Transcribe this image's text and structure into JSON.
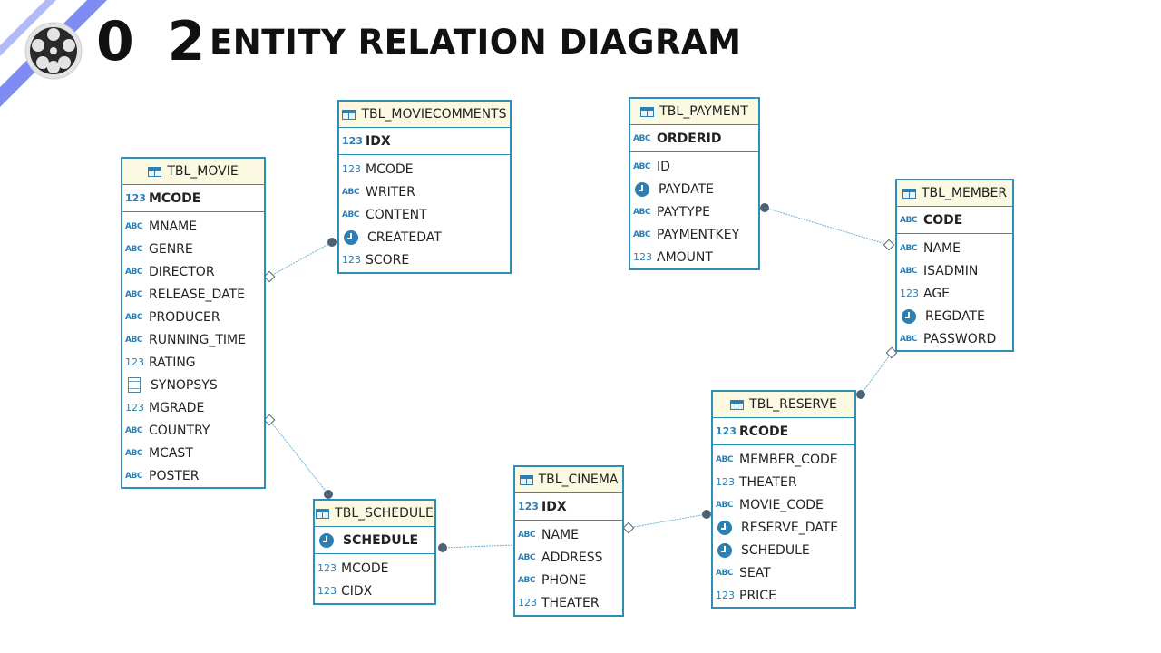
{
  "header": {
    "number": "0 2",
    "title": "ENTITY RELATION DIAGRAM"
  },
  "colors": {
    "accent": "#2d8fb8",
    "header_bg": "#fbf9e1",
    "stripe": "#7e8cf4"
  },
  "tables": {
    "movie": {
      "name": "TBL_MOVIE",
      "pk": "MCODE",
      "pk_type": "123",
      "columns": [
        {
          "type": "ABC",
          "name": "MNAME"
        },
        {
          "type": "ABC",
          "name": "GENRE"
        },
        {
          "type": "ABC",
          "name": "DIRECTOR"
        },
        {
          "type": "ABC",
          "name": "RELEASE_DATE"
        },
        {
          "type": "ABC",
          "name": "PRODUCER"
        },
        {
          "type": "ABC",
          "name": "RUNNING_TIME"
        },
        {
          "type": "123",
          "name": "RATING"
        },
        {
          "type": "doc",
          "name": "SYNOPSYS"
        },
        {
          "type": "123",
          "name": "MGRADE"
        },
        {
          "type": "ABC",
          "name": "COUNTRY"
        },
        {
          "type": "ABC",
          "name": "MCAST"
        },
        {
          "type": "ABC",
          "name": "POSTER"
        }
      ]
    },
    "moviecomments": {
      "name": "TBL_MOVIECOMMENTS",
      "pk": "IDX",
      "pk_type": "123",
      "columns": [
        {
          "type": "123",
          "name": "MCODE"
        },
        {
          "type": "ABC",
          "name": "WRITER"
        },
        {
          "type": "ABC",
          "name": "CONTENT"
        },
        {
          "type": "clock",
          "name": "CREATEDAT"
        },
        {
          "type": "123",
          "name": "SCORE"
        }
      ]
    },
    "payment": {
      "name": "TBL_PAYMENT",
      "pk": "ORDERID",
      "pk_type": "ABC",
      "columns": [
        {
          "type": "ABC",
          "name": "ID"
        },
        {
          "type": "clock",
          "name": "PAYDATE"
        },
        {
          "type": "ABC",
          "name": "PAYTYPE"
        },
        {
          "type": "ABC",
          "name": "PAYMENTKEY"
        },
        {
          "type": "123",
          "name": "AMOUNT"
        }
      ]
    },
    "member": {
      "name": "TBL_MEMBER",
      "pk": "CODE",
      "pk_type": "ABC",
      "columns": [
        {
          "type": "ABC",
          "name": "NAME"
        },
        {
          "type": "ABC",
          "name": "ISADMIN"
        },
        {
          "type": "123",
          "name": "AGE"
        },
        {
          "type": "clock",
          "name": "REGDATE"
        },
        {
          "type": "ABC",
          "name": "PASSWORD"
        }
      ]
    },
    "reserve": {
      "name": "TBL_RESERVE",
      "pk": "RCODE",
      "pk_type": "123",
      "columns": [
        {
          "type": "ABC",
          "name": "MEMBER_CODE"
        },
        {
          "type": "123",
          "name": "THEATER"
        },
        {
          "type": "ABC",
          "name": "MOVIE_CODE"
        },
        {
          "type": "clock",
          "name": "RESERVE_DATE"
        },
        {
          "type": "clock",
          "name": "SCHEDULE"
        },
        {
          "type": "ABC",
          "name": "SEAT"
        },
        {
          "type": "123",
          "name": "PRICE"
        }
      ]
    },
    "cinema": {
      "name": "TBL_CINEMA",
      "pk": "IDX",
      "pk_type": "123",
      "columns": [
        {
          "type": "ABC",
          "name": "NAME"
        },
        {
          "type": "ABC",
          "name": "ADDRESS"
        },
        {
          "type": "ABC",
          "name": "PHONE"
        },
        {
          "type": "123",
          "name": "THEATER"
        }
      ]
    },
    "schedule": {
      "name": "TBL_SCHEDULE",
      "pk": "SCHEDULE",
      "pk_type": "clock",
      "columns": [
        {
          "type": "123",
          "name": "MCODE"
        },
        {
          "type": "123",
          "name": "CIDX"
        }
      ]
    }
  }
}
